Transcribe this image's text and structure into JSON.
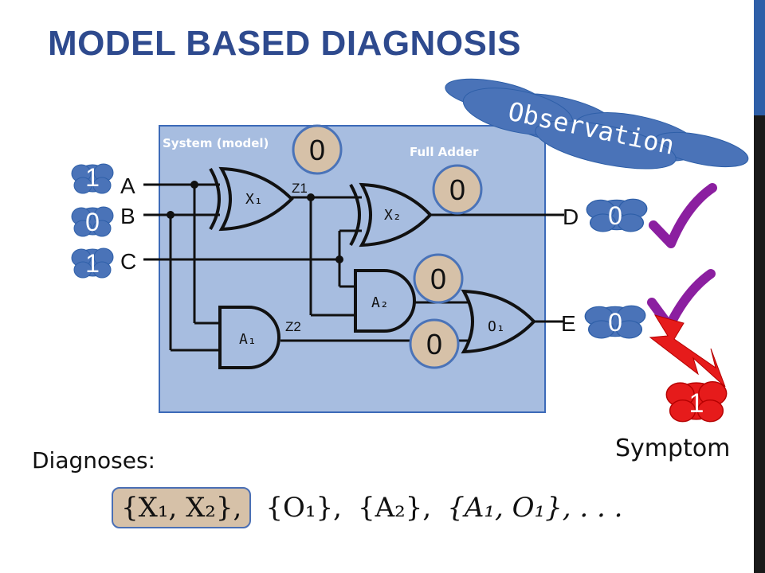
{
  "slide": {
    "title": "MODEL BASED DIAGNOSIS",
    "system_label": "System (model)",
    "adder_label": "Full Adder",
    "observation_label": "Observation",
    "symptom_label": "Symptom",
    "diagnoses_label": "Diagnoses:"
  },
  "inputs": [
    {
      "name": "A",
      "value": "1"
    },
    {
      "name": "B",
      "value": "0"
    },
    {
      "name": "C",
      "value": "1"
    }
  ],
  "outputs": [
    {
      "name": "D",
      "value": "0"
    },
    {
      "name": "E",
      "value": "0"
    }
  ],
  "wires": {
    "z1": "Z1",
    "z2": "Z2"
  },
  "gates": {
    "x1": "X₁",
    "x2": "X₂",
    "a1": "A₁",
    "a2": "A₂",
    "o1": "O₁"
  },
  "predictions": [
    "0",
    "0",
    "0",
    "0"
  ],
  "symptom_value": "1",
  "diagnoses": [
    {
      "text": "{X₁, X₂},",
      "highlighted": true
    },
    {
      "text": "{O₁},",
      "highlighted": false
    },
    {
      "text": "{A₂},",
      "highlighted": false
    },
    {
      "text": "{A₁, O₁}, . . .",
      "highlighted": false
    }
  ],
  "colors": {
    "title": "#2e4a8e",
    "system_box": "#a7bde0",
    "cloud": "#4a73b8",
    "prediction_circle": "#d6c1a8",
    "check": "#8b1fa0",
    "symptom": "#e61b1b"
  }
}
